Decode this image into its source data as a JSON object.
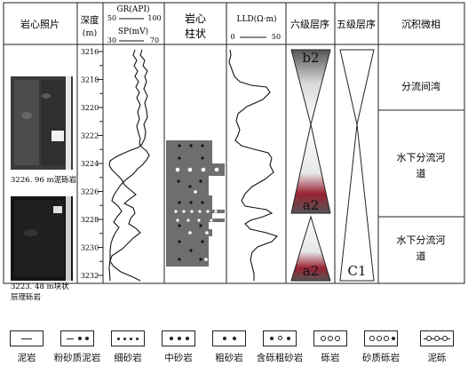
{
  "headers": {
    "photo": "岩心照片",
    "depth_line1": "深度",
    "depth_line2": "(m)",
    "gr": "GR(API)",
    "gr_min": "50",
    "gr_max": "100",
    "sp": "SP(mV)",
    "sp_min": "30",
    "sp_max": "70",
    "lith_line1": "岩心",
    "lith_line2": "柱状",
    "lld": "LLD(Ω·m)",
    "lld_min": "0",
    "lld_max": "50",
    "sixth": "六级层序",
    "fifth": "五级层序",
    "facies": "沉积微相"
  },
  "depth_ticks": [
    "3216",
    "3218",
    "3220",
    "3222",
    "3224",
    "3226",
    "3228",
    "3230",
    "3232"
  ],
  "photo_captions": {
    "photo1": "3226. 96 m泥砾岩",
    "photo2_line1": "3223. 48 m块状",
    "photo2_line2": "层理砾岩"
  },
  "sequence_labels": {
    "six_top": "b2",
    "six_mid": "a2",
    "six_bot": "a2",
    "five": "C1"
  },
  "facies": [
    {
      "label_lines": [
        "分流间湾"
      ]
    },
    {
      "label_lines": [
        "水下分流河",
        "道"
      ]
    },
    {
      "label_lines": [
        "水下分流河",
        "道"
      ]
    }
  ],
  "legend": [
    {
      "label": "泥岩",
      "icon": "mudstone-line"
    },
    {
      "label": "粉砂质泥岩",
      "icon": "silty-mudstone-dots"
    },
    {
      "label": "细砂岩",
      "icon": "fine-sand-dots"
    },
    {
      "label": "中砂岩",
      "icon": "medium-sand-dots"
    },
    {
      "label": "粗砂岩",
      "icon": "coarse-sand-dots"
    },
    {
      "label": "含砾粗砂岩",
      "icon": "pebbly-coarse-sand"
    },
    {
      "label": "砾岩",
      "icon": "conglomerate-circles"
    },
    {
      "label": "砂质砾岩",
      "icon": "sandy-conglomerate"
    },
    {
      "label": "泥砾",
      "icon": "mud-gravel"
    }
  ]
}
